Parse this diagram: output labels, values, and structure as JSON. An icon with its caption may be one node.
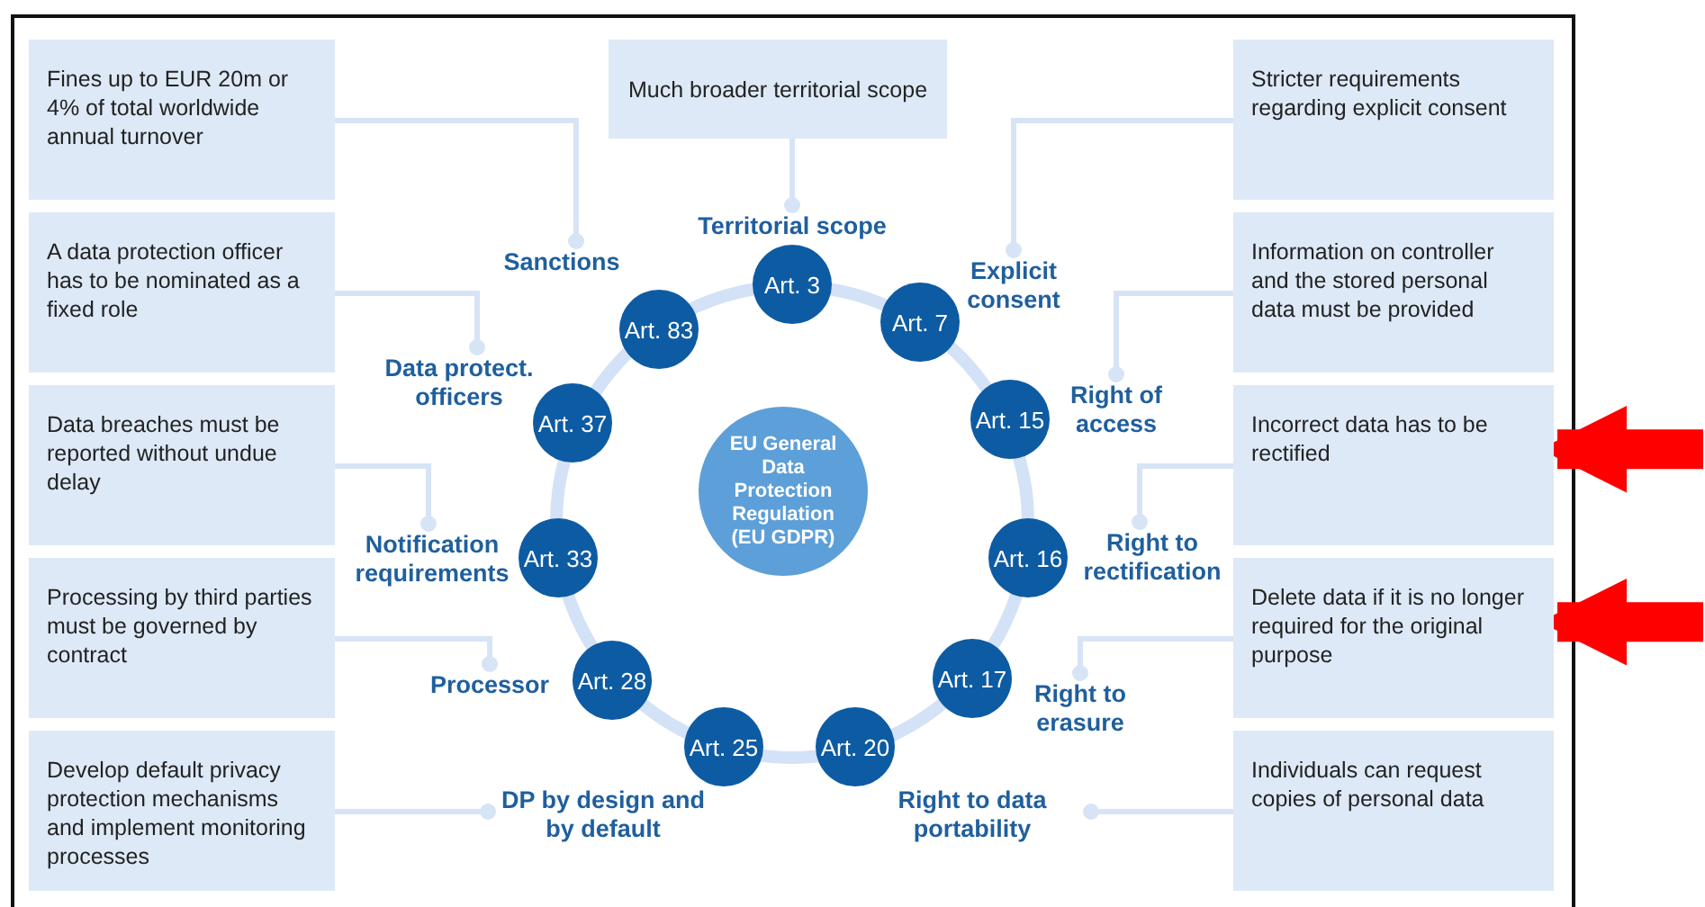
{
  "diagram": {
    "nodes": [
      {
        "text": [
          "Much broader territorial scope"
        ]
      },
      {
        "text": [
          "Fines up to EUR 20m or 4% of total worldwide annual turnover"
        ]
      },
      {
        "text": [
          "A data protection officer has to be nominated as a fixed role"
        ]
      },
      {
        "text": [
          "Data breaches must be reported without undue delay"
        ]
      },
      {
        "text": [
          "Processing by third parties must be governed by contract"
        ]
      },
      {
        "text": [
          "Develop default privacy protection mechanisms and implement monitoring processes"
        ]
      },
      {
        "text": [
          "Stricter requirements regarding explicit consent"
        ]
      },
      {
        "text": [
          "Information on controller and the stored personal data must be provided"
        ]
      },
      {
        "text": [
          "Incorrect data has to be rectified"
        ]
      },
      {
        "text": [
          "Delete data if it is no longer required for the original purpose"
        ]
      },
      {
        "text": [
          "Individuals can request copies of personal data"
        ]
      },
      {
        "text": [
          "EU General Data Protection Regulation (EU GDPR)"
        ]
      },
      {
        "text": [
          "Art. 3"
        ]
      },
      {
        "text": [
          "Art. 7"
        ]
      },
      {
        "text": [
          "Art. 15"
        ]
      },
      {
        "text": [
          "Art. 16"
        ]
      },
      {
        "text": [
          "Art. 17"
        ]
      },
      {
        "text": [
          "Art. 20"
        ]
      },
      {
        "text": [
          "Art. 25"
        ]
      },
      {
        "text": [
          "Art. 28"
        ]
      },
      {
        "text": [
          "Art. 33"
        ]
      },
      {
        "text": [
          "Art. 37"
        ]
      },
      {
        "text": [
          "Art. 83"
        ]
      },
      {
        "text": [
          "Territorial scope"
        ]
      },
      {
        "text": [
          "Explicit consent"
        ]
      },
      {
        "text": [
          "Right of access"
        ]
      },
      {
        "text": [
          "Right to rectification"
        ]
      },
      {
        "text": [
          "Right to erasure"
        ]
      },
      {
        "text": [
          "Right to data portability"
        ]
      },
      {
        "text": [
          "DP by design and by default"
        ]
      },
      {
        "text": [
          "Processor"
        ]
      },
      {
        "text": [
          "Notification requirements"
        ]
      },
      {
        "text": [
          "Data protect. officers"
        ]
      },
      {
        "text": [
          "Sanctions"
        ]
      }
    ],
    "edges": [
      {
        "from": 0,
        "to": 23,
        "arrow": "other"
      },
      {
        "from": 6,
        "to": 24,
        "arrow": "other"
      },
      {
        "from": 7,
        "to": 25,
        "arrow": "other"
      },
      {
        "from": 8,
        "to": 26,
        "arrow": "other"
      },
      {
        "from": 9,
        "to": 27,
        "arrow": "other"
      },
      {
        "from": 10,
        "to": 28,
        "arrow": "other"
      },
      {
        "from": 5,
        "to": 29,
        "arrow": "other"
      },
      {
        "from": 4,
        "to": 30,
        "arrow": "other"
      },
      {
        "from": 3,
        "to": 31,
        "arrow": "other"
      },
      {
        "from": 2,
        "to": 32,
        "arrow": "other"
      },
      {
        "from": 1,
        "to": 33,
        "arrow": "other"
      },
      {
        "from": null,
        "to": 8,
        "arrow": "to",
        "style": "thick",
        "color": "#ff0000"
      },
      {
        "from": null,
        "to": 9,
        "arrow": "to",
        "style": "thick",
        "color": "#ff0000"
      }
    ]
  }
}
